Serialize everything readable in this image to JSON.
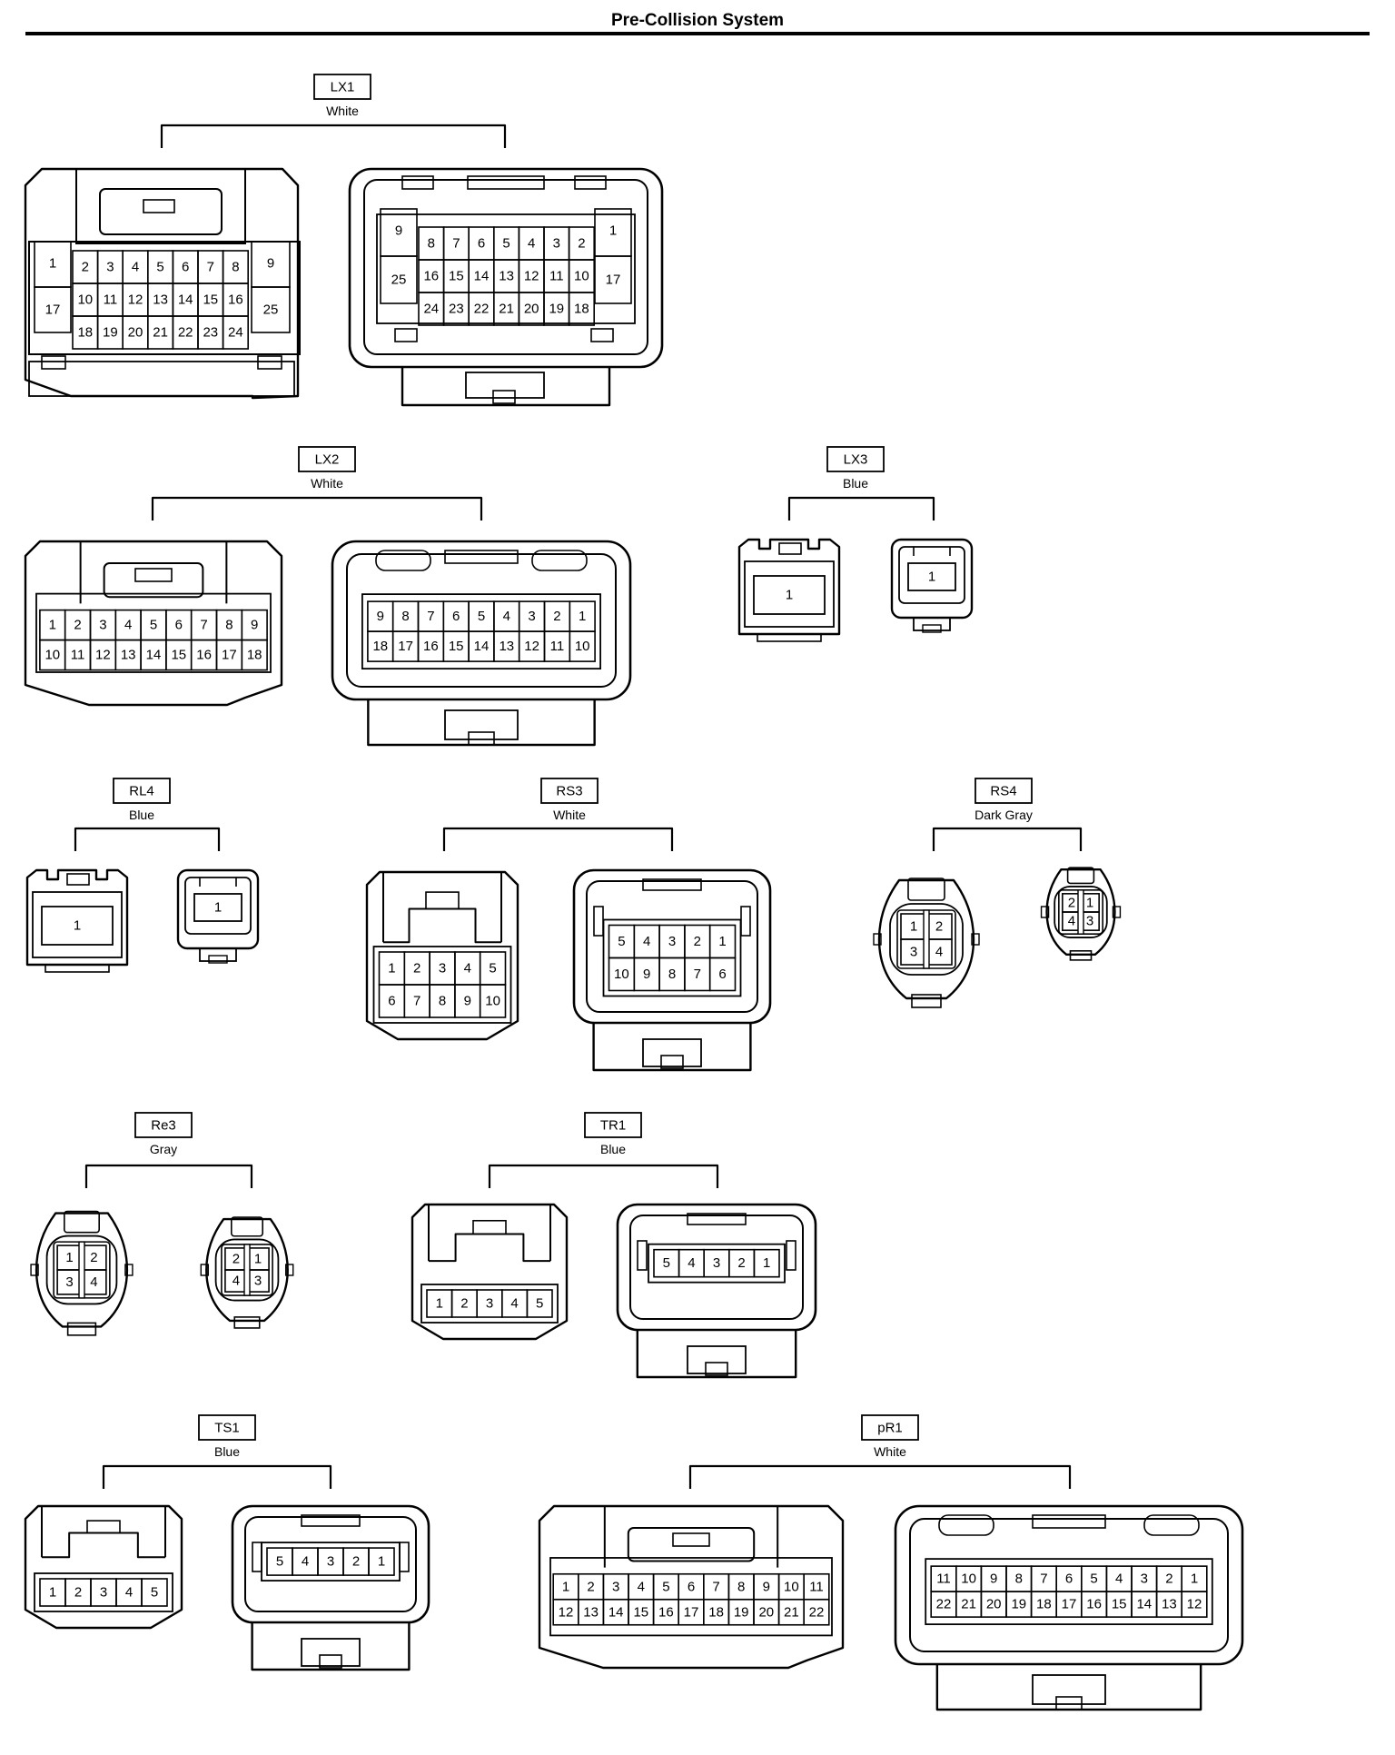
{
  "page": {
    "title": "Pre-Collision System"
  },
  "connectors": [
    {
      "id": "LX1",
      "color": "White",
      "views": [
        {
          "kind": "lx1-left",
          "rows": [
            [
              "2",
              "3",
              "4",
              "5",
              "6",
              "7",
              "8"
            ],
            [
              "10",
              "11",
              "12",
              "13",
              "14",
              "15",
              "16"
            ],
            [
              "18",
              "19",
              "20",
              "21",
              "22",
              "23",
              "24"
            ]
          ],
          "side_left": [
            "1",
            "17"
          ],
          "side_right": [
            "9",
            "25"
          ]
        },
        {
          "kind": "lx1-right",
          "rows": [
            [
              "8",
              "7",
              "6",
              "5",
              "4",
              "3",
              "2"
            ],
            [
              "16",
              "15",
              "14",
              "13",
              "12",
              "11",
              "10"
            ],
            [
              "24",
              "23",
              "22",
              "21",
              "20",
              "19",
              "18"
            ]
          ],
          "side_left": [
            "9",
            "25"
          ],
          "side_right": [
            "1",
            "17"
          ]
        }
      ]
    },
    {
      "id": "LX2",
      "color": "White",
      "views": [
        {
          "kind": "wide-left",
          "rows": [
            [
              "1",
              "2",
              "3",
              "4",
              "5",
              "6",
              "7",
              "8",
              "9"
            ],
            [
              "10",
              "11",
              "12",
              "13",
              "14",
              "15",
              "16",
              "17",
              "18"
            ]
          ]
        },
        {
          "kind": "wide-right",
          "rows": [
            [
              "9",
              "8",
              "7",
              "6",
              "5",
              "4",
              "3",
              "2",
              "1"
            ],
            [
              "18",
              "17",
              "16",
              "15",
              "14",
              "13",
              "12",
              "11",
              "10"
            ]
          ]
        }
      ]
    },
    {
      "id": "LX3",
      "color": "Blue",
      "views": [
        {
          "kind": "single-left",
          "rows": [
            [
              "1"
            ]
          ]
        },
        {
          "kind": "single-right",
          "rows": [
            [
              "1"
            ]
          ]
        }
      ]
    },
    {
      "id": "RL4",
      "color": "Blue",
      "views": [
        {
          "kind": "single-left",
          "rows": [
            [
              "1"
            ]
          ]
        },
        {
          "kind": "single-right",
          "rows": [
            [
              "1"
            ]
          ]
        }
      ]
    },
    {
      "id": "RS3",
      "color": "White",
      "views": [
        {
          "kind": "box-left",
          "rows": [
            [
              "1",
              "2",
              "3",
              "4",
              "5"
            ],
            [
              "6",
              "7",
              "8",
              "9",
              "10"
            ]
          ]
        },
        {
          "kind": "box-right",
          "rows": [
            [
              "5",
              "4",
              "3",
              "2",
              "1"
            ],
            [
              "10",
              "9",
              "8",
              "7",
              "6"
            ]
          ]
        }
      ]
    },
    {
      "id": "RS4",
      "color": "Dark Gray",
      "views": [
        {
          "kind": "round-left",
          "rows": [
            [
              "1",
              "2"
            ],
            [
              "3",
              "4"
            ]
          ]
        },
        {
          "kind": "round-right",
          "rows": [
            [
              "2",
              "1"
            ],
            [
              "4",
              "3"
            ]
          ]
        }
      ]
    },
    {
      "id": "Re3",
      "color": "Gray",
      "views": [
        {
          "kind": "round-left",
          "rows": [
            [
              "1",
              "2"
            ],
            [
              "3",
              "4"
            ]
          ]
        },
        {
          "kind": "round-right",
          "rows": [
            [
              "2",
              "1"
            ],
            [
              "4",
              "3"
            ]
          ]
        }
      ]
    },
    {
      "id": "TR1",
      "color": "Blue",
      "views": [
        {
          "kind": "box-left",
          "rows": [
            [
              "1",
              "2",
              "3",
              "4",
              "5"
            ]
          ]
        },
        {
          "kind": "box-right",
          "rows": [
            [
              "5",
              "4",
              "3",
              "2",
              "1"
            ]
          ]
        }
      ]
    },
    {
      "id": "TS1",
      "color": "Blue",
      "views": [
        {
          "kind": "box-left",
          "rows": [
            [
              "1",
              "2",
              "3",
              "4",
              "5"
            ]
          ]
        },
        {
          "kind": "box-right",
          "rows": [
            [
              "5",
              "4",
              "3",
              "2",
              "1"
            ]
          ]
        }
      ]
    },
    {
      "id": "pR1",
      "color": "White",
      "views": [
        {
          "kind": "wide-left",
          "rows": [
            [
              "1",
              "2",
              "3",
              "4",
              "5",
              "6",
              "7",
              "8",
              "9",
              "10",
              "11"
            ],
            [
              "12",
              "13",
              "14",
              "15",
              "16",
              "17",
              "18",
              "19",
              "20",
              "21",
              "22"
            ]
          ]
        },
        {
          "kind": "wide-right",
          "rows": [
            [
              "11",
              "10",
              "9",
              "8",
              "7",
              "6",
              "5",
              "4",
              "3",
              "2",
              "1"
            ],
            [
              "22",
              "21",
              "20",
              "19",
              "18",
              "17",
              "16",
              "15",
              "14",
              "13",
              "12"
            ]
          ]
        }
      ]
    }
  ]
}
